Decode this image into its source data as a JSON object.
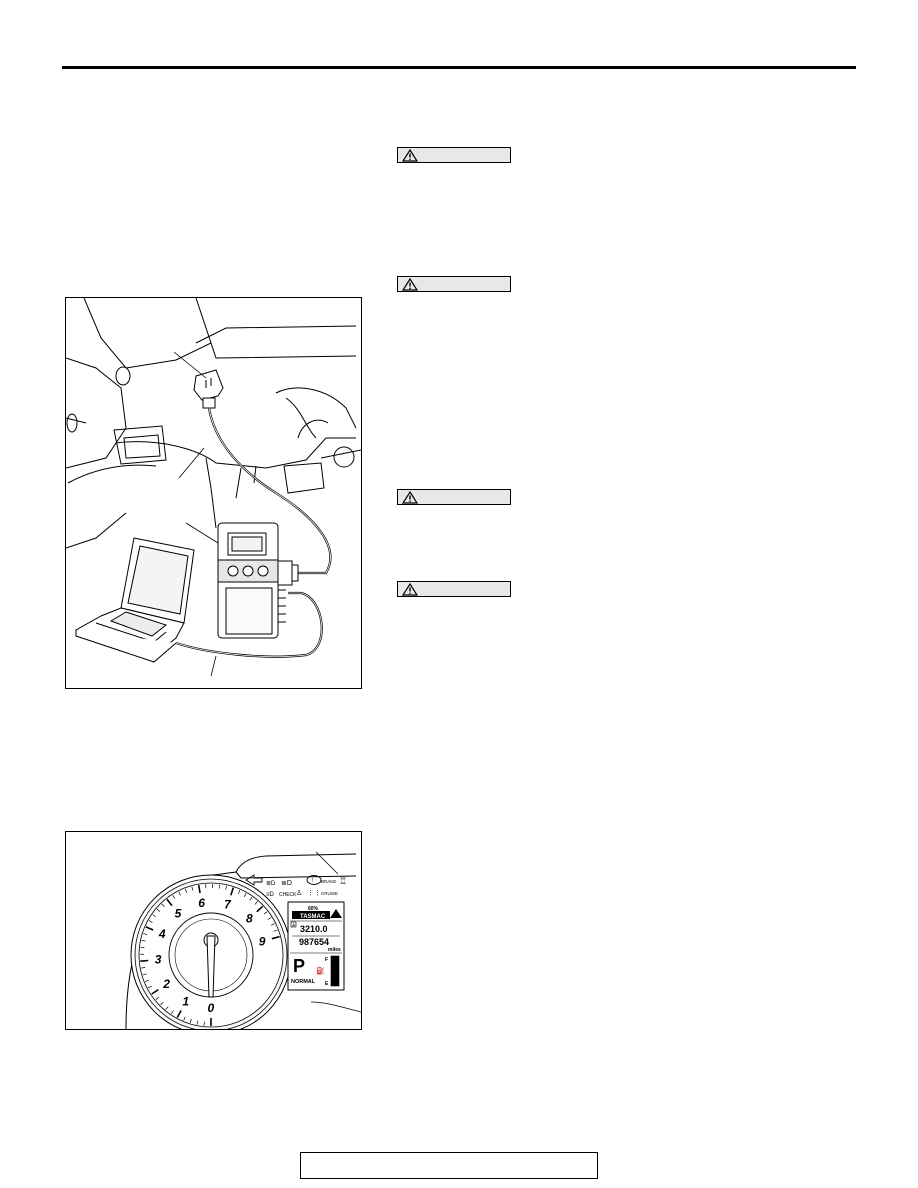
{
  "header": {
    "rule": true
  },
  "cautions": [
    {
      "icon": "warning-triangle-icon",
      "label": ""
    },
    {
      "icon": "warning-triangle-icon",
      "label": ""
    },
    {
      "icon": "warning-triangle-icon",
      "label": ""
    },
    {
      "icon": "warning-triangle-icon",
      "label": ""
    }
  ],
  "figure_connection": {
    "illustration": "scan-tool-connection",
    "icons": [
      "diagnosis-connector-icon",
      "interface-cable-icon",
      "vci-unit-icon",
      "laptop-icon",
      "usb-cable-icon"
    ]
  },
  "figure_cluster": {
    "illustration": "combination-meter",
    "tach_numbers": [
      "0",
      "1",
      "2",
      "3",
      "4",
      "5",
      "6",
      "7",
      "8",
      "9"
    ],
    "lcd": {
      "percent": "60%",
      "brand": "TASMAC",
      "trip_marker": "A",
      "trip": "3210.0",
      "odometer": "987654",
      "unit": "miles",
      "gear": "P",
      "mode": "NORMAL",
      "fuel_full": "F",
      "fuel_empty": "E"
    },
    "indicators": {
      "brake": "BRAKE",
      "cruise": "CRUISE",
      "check": "CHECK"
    }
  },
  "footer": {
    "text": ""
  }
}
